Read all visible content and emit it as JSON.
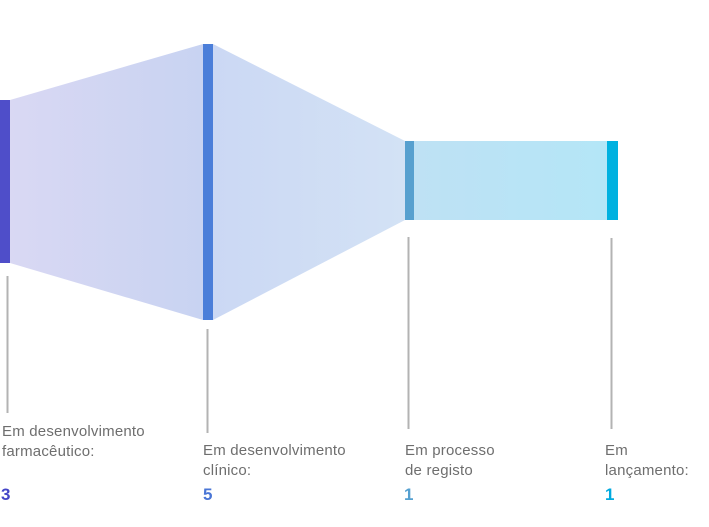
{
  "chart_data": {
    "type": "funnel",
    "orientation": "horizontal",
    "title": "",
    "legend": "none",
    "grid": false,
    "stages": [
      {
        "label_lines": [
          "Em desenvolvimento",
          "farmacêutico:"
        ],
        "value": 3,
        "bar_color": "#4f4ec9",
        "value_color": "#4445c7"
      },
      {
        "label_lines": [
          "Em desenvolvimento",
          "clínico:"
        ],
        "value": 5,
        "bar_color": "#4b7ed9",
        "value_color": "#4a76d6"
      },
      {
        "label_lines": [
          "Em processo",
          "de registo"
        ],
        "value": 1,
        "bar_color": "#57a0cf",
        "value_color": "#55a0d0"
      },
      {
        "label_lines": [
          "Em",
          "lançamento:"
        ],
        "value": 1,
        "bar_color": "#00b1e0",
        "value_color": "#00aadf"
      }
    ],
    "segment_gradients": {
      "seg1": {
        "from": "#d9d8f3",
        "to": "#c8d3f2"
      },
      "seg2": {
        "from": "#cbd8f4",
        "to": "#d3e2f5"
      },
      "seg3": {
        "from": "#bee1f4",
        "to": "#b4e6f7"
      }
    },
    "connector_line_color": "#b3b3b3",
    "label_text_color": "#6e6e6e",
    "background_color": "#ffffff"
  }
}
